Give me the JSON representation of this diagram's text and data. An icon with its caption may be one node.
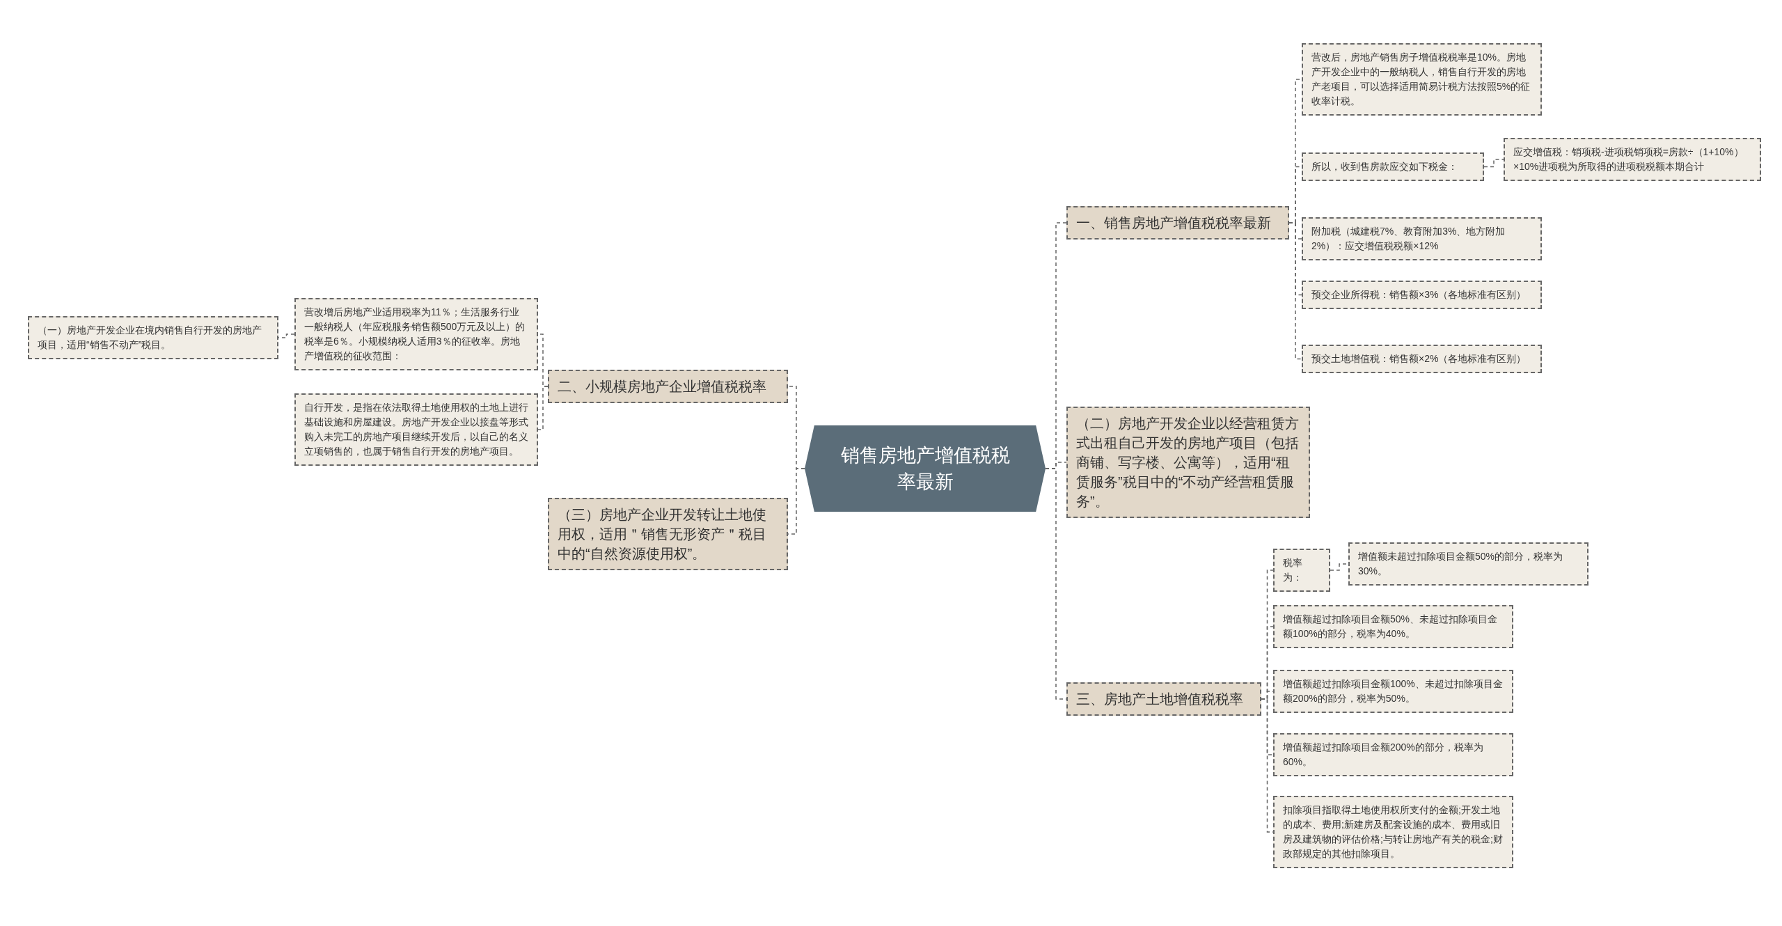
{
  "diagram": {
    "nodes": [
      {
        "text": [
          "销售房地产增值税税率最新"
        ]
      },
      {
        "text": [
          "一、销售房地产增值税税率最新"
        ]
      },
      {
        "text": [
          "营改后，房地产销售房子增值税税率是10%。房地产开发企业中的一般纳税人，销售自行开发的房地产老项目，可以选择适用简易计税方法按照5%的征收率计税。"
        ]
      },
      {
        "text": [
          "所以，收到售房款应交如下税金："
        ]
      },
      {
        "text": [
          "应交增值税：销项税-进项税销项税=房款÷（1+10%）×10%进项税为所取得的进项税税额本期合计"
        ]
      },
      {
        "text": [
          "附加税（城建税7%、教育附加3%、地方附加2%）：应交增值税税额×12%"
        ]
      },
      {
        "text": [
          "预交企业所得税：销售额×3%（各地标准有区别）"
        ]
      },
      {
        "text": [
          "预交土地增值税：销售额×2%（各地标准有区别）"
        ]
      },
      {
        "text": [
          "（二）房地产开发企业以经营租赁方式出租自己开发的房地产项目（包括商铺、写字楼、公寓等），适用“租赁服务”税目中的“不动产经营租赁服务”。"
        ]
      },
      {
        "text": [
          "三、房地产土地增值税税率"
        ]
      },
      {
        "text": [
          "税率为："
        ]
      },
      {
        "text": [
          "增值额未超过扣除项目金额50%的部分，税率为30%。"
        ]
      },
      {
        "text": [
          "增值额超过扣除项目金额50%、未超过扣除项目金额100%的部分，税率为40%。"
        ]
      },
      {
        "text": [
          "增值额超过扣除项目金额100%、未超过扣除项目金额200%的部分，税率为50%。"
        ]
      },
      {
        "text": [
          "增值额超过扣除项目金额200%的部分，税率为60%。"
        ]
      },
      {
        "text": [
          "扣除项目指取得土地使用权所支付的金额;开发土地的成本、费用;新建房及配套设施的成本、费用或旧房及建筑物的评估价格;与转让房地产有关的税金;财政部规定的其他扣除项目。"
        ]
      },
      {
        "text": [
          "二、小规模房地产企业增值税税率"
        ]
      },
      {
        "text": [
          "营改增后房地产业适用税率为11％；生活服务行业一般纳税人（年应税服务销售额500万元及以上）的税率是6％。小规模纳税人适用3％的征收率。房地产增值税的征收范围："
        ]
      },
      {
        "text": [
          "（一）房地产开发企业在境内销售自行开发的房地产项目，适用“销售不动产”税目。"
        ]
      },
      {
        "text": [
          "自行开发，是指在依法取得土地使用权的土地上进行基础设施和房屋建设。房地产开发企业以接盘等形式购入未完工的房地产项目继续开发后，以自己的名义立项销售的，也属于销售自行开发的房地产项目。"
        ]
      },
      {
        "text": [
          "（三）房地产企业开发转让土地使用权，适用＂销售无形资产＂税目中的“自然资源使用权”。"
        ]
      }
    ],
    "edges": [
      {
        "from": 0,
        "to": 1,
        "arrow": "none"
      },
      {
        "from": 1,
        "to": 2,
        "arrow": "none"
      },
      {
        "from": 1,
        "to": 3,
        "arrow": "none"
      },
      {
        "from": 3,
        "to": 4,
        "arrow": "none"
      },
      {
        "from": 1,
        "to": 5,
        "arrow": "none"
      },
      {
        "from": 1,
        "to": 6,
        "arrow": "none"
      },
      {
        "from": 1,
        "to": 7,
        "arrow": "none"
      },
      {
        "from": 0,
        "to": 8,
        "arrow": "none"
      },
      {
        "from": 0,
        "to": 9,
        "arrow": "none"
      },
      {
        "from": 9,
        "to": 10,
        "arrow": "none"
      },
      {
        "from": 10,
        "to": 11,
        "arrow": "none"
      },
      {
        "from": 9,
        "to": 12,
        "arrow": "none"
      },
      {
        "from": 9,
        "to": 13,
        "arrow": "none"
      },
      {
        "from": 9,
        "to": 14,
        "arrow": "none"
      },
      {
        "from": 9,
        "to": 15,
        "arrow": "none"
      },
      {
        "from": 0,
        "to": 16,
        "arrow": "none"
      },
      {
        "from": 16,
        "to": 17,
        "arrow": "none"
      },
      {
        "from": 17,
        "to": 18,
        "arrow": "none"
      },
      {
        "from": 16,
        "to": 19,
        "arrow": "none"
      },
      {
        "from": 0,
        "to": 20,
        "arrow": "none"
      }
    ]
  }
}
